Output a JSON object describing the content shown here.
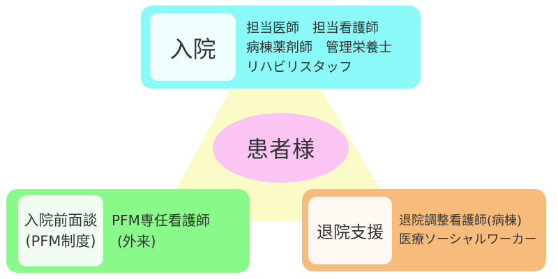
{
  "colors": {
    "admission_bg": "#8AF9F7",
    "admission_tag_bg": "#EFFEFC",
    "pre_admission_bg": "#89F989",
    "pre_admission_tag_bg": "#F1FDF0",
    "discharge_bg": "#F7BC7C",
    "discharge_tag_bg": "#FDF8F2",
    "patient_bg": "#FAC5F2",
    "beam_bg": "#FBFBC7",
    "text": "#333333"
  },
  "center": {
    "label": "患者様"
  },
  "admission": {
    "tag": "入院",
    "staff_lines": [
      "担当医師　担当看護師",
      "病棟薬剤師　管理栄養士",
      "リハビリスタッフ"
    ]
  },
  "pre_admission": {
    "tag_lines": [
      "入院前面談",
      "(PFM制度)"
    ],
    "staff_lines": [
      "PFM専任看護師",
      "(外来)"
    ]
  },
  "discharge": {
    "tag": "退院支援",
    "staff_lines": [
      "退院調整看護師(病棟)",
      "医療ソーシャルワーカー"
    ]
  }
}
